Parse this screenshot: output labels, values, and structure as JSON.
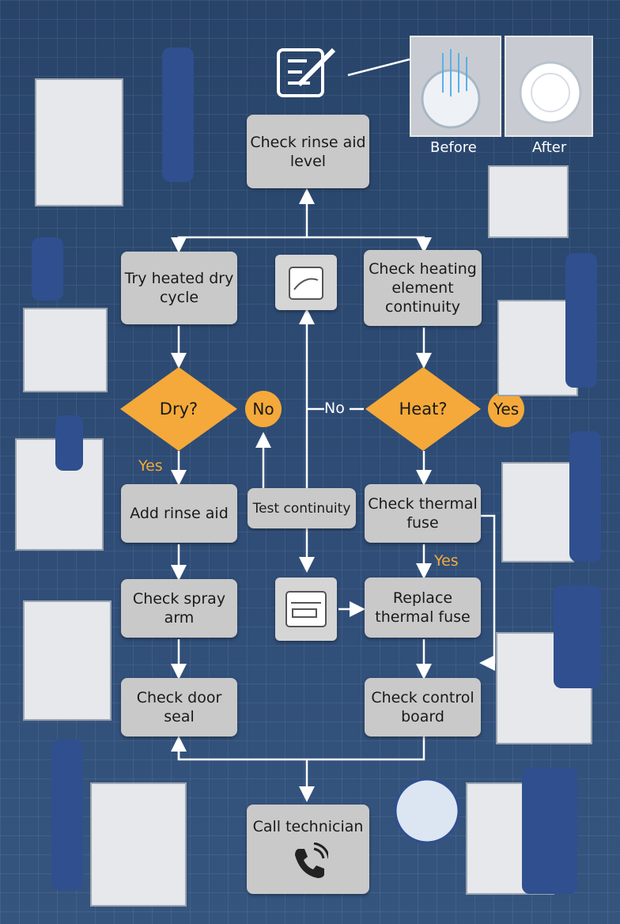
{
  "steps": {
    "rinse_level": "Check rinse aid level",
    "heated_dry": "Try heated dry cycle",
    "heating_element": "Check heating element continuity",
    "dry_q": "Dry?",
    "heat_q": "Heat?",
    "no1": "No",
    "no2": "No",
    "yes_circle": "Yes",
    "yes1": "Yes",
    "yes2": "Yes",
    "add_rinse": "Add rinse aid",
    "test_continuity": "Test continuity",
    "thermal_fuse": "Check thermal fuse",
    "spray_arm": "Check spray arm",
    "replace_fuse": "Replace thermal fuse",
    "door_seal": "Check door seal",
    "control_board": "Check control board",
    "call_tech": "Call technician"
  },
  "comparison": {
    "before": "Before",
    "after": "After"
  },
  "colors": {
    "background": "#2d4a73",
    "box": "#c9c9c9",
    "decision": "#f4a93a",
    "yes_label": "#f4a93a"
  }
}
